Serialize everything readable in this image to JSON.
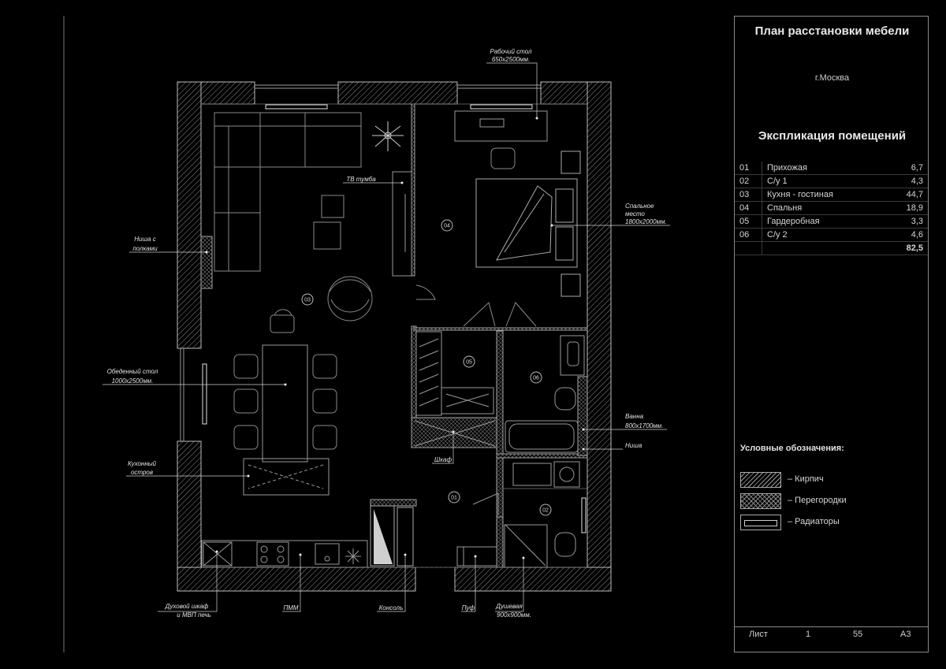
{
  "panel": {
    "title": "План расстановки мебели",
    "city": "г.Москва",
    "explication_title": "Экспликация помещений",
    "rooms": [
      {
        "num": "01",
        "name": "Прихожая",
        "area": "6,7"
      },
      {
        "num": "02",
        "name": "С/у 1",
        "area": "4,3"
      },
      {
        "num": "03",
        "name": "Кухня - гостиная",
        "area": "44,7"
      },
      {
        "num": "04",
        "name": "Спальня",
        "area": "18,9"
      },
      {
        "num": "05",
        "name": "Гардеробная",
        "area": "3,3"
      },
      {
        "num": "06",
        "name": "С/у 2",
        "area": "4,6"
      }
    ],
    "total": "82,5",
    "legend_title": "Условные обозначения:",
    "legend": [
      {
        "key": "brick",
        "label": "– Кирпич"
      },
      {
        "key": "partition",
        "label": "– Перегородки"
      },
      {
        "key": "radiator",
        "label": "– Радиаторы"
      }
    ],
    "sheet": {
      "label": "Лист",
      "number": "1",
      "scale": "55",
      "format": "А3"
    }
  },
  "room_numbers": [
    "01",
    "02",
    "03",
    "04",
    "05",
    "06"
  ],
  "annotations": {
    "desk": [
      "Рабочий стол",
      "650x2500мм."
    ],
    "tv": [
      "ТВ тумба"
    ],
    "bed": [
      "Спальное",
      "место",
      "1800x2000мм."
    ],
    "niche_shelves": [
      "Ниша с",
      "полками"
    ],
    "dining": [
      "Обеденный стол",
      "1000x2500мм."
    ],
    "island": [
      "Кухонный",
      "остров"
    ],
    "wardrobe": [
      "Шкаф"
    ],
    "bath": [
      "Ванна",
      "800x1700мм."
    ],
    "niche": [
      "Ниша"
    ],
    "oven": [
      "Духовой шкаф",
      "и МВП печь"
    ],
    "dishwasher": [
      "ПММ"
    ],
    "console": [
      "Консоль"
    ],
    "pouf": [
      "Пуф"
    ],
    "shower": [
      "Душевая",
      "900x900мм."
    ]
  }
}
